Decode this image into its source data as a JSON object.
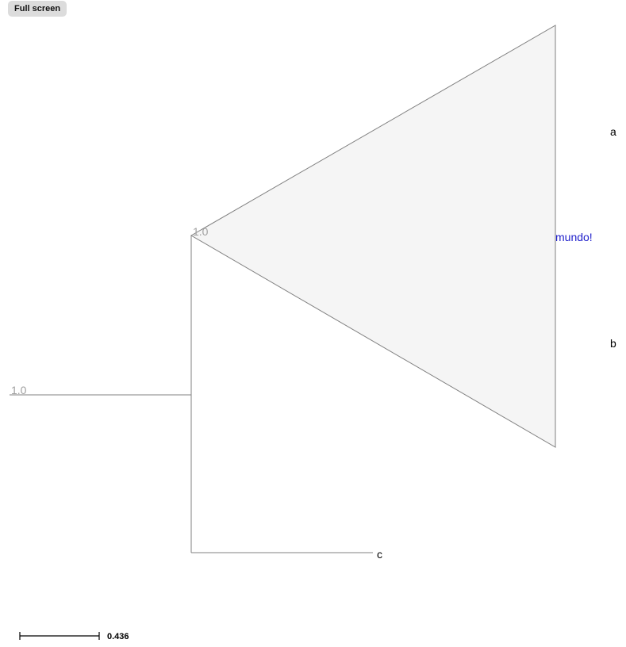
{
  "toolbar": {
    "fullscreen_label": "Full screen"
  },
  "tree": {
    "root_support": "1.0",
    "internal_support": "1.0",
    "collapsed_label": "mundo!",
    "leaves": [
      "a",
      "b",
      "c"
    ],
    "scale_value": "0.436"
  },
  "colors": {
    "branch": "#808080",
    "collapsed_fill": "#f5f5f5",
    "collapsed_label": "#2222cc",
    "support_text": "#a0a0a0",
    "button_bg": "#dcdcdc"
  }
}
